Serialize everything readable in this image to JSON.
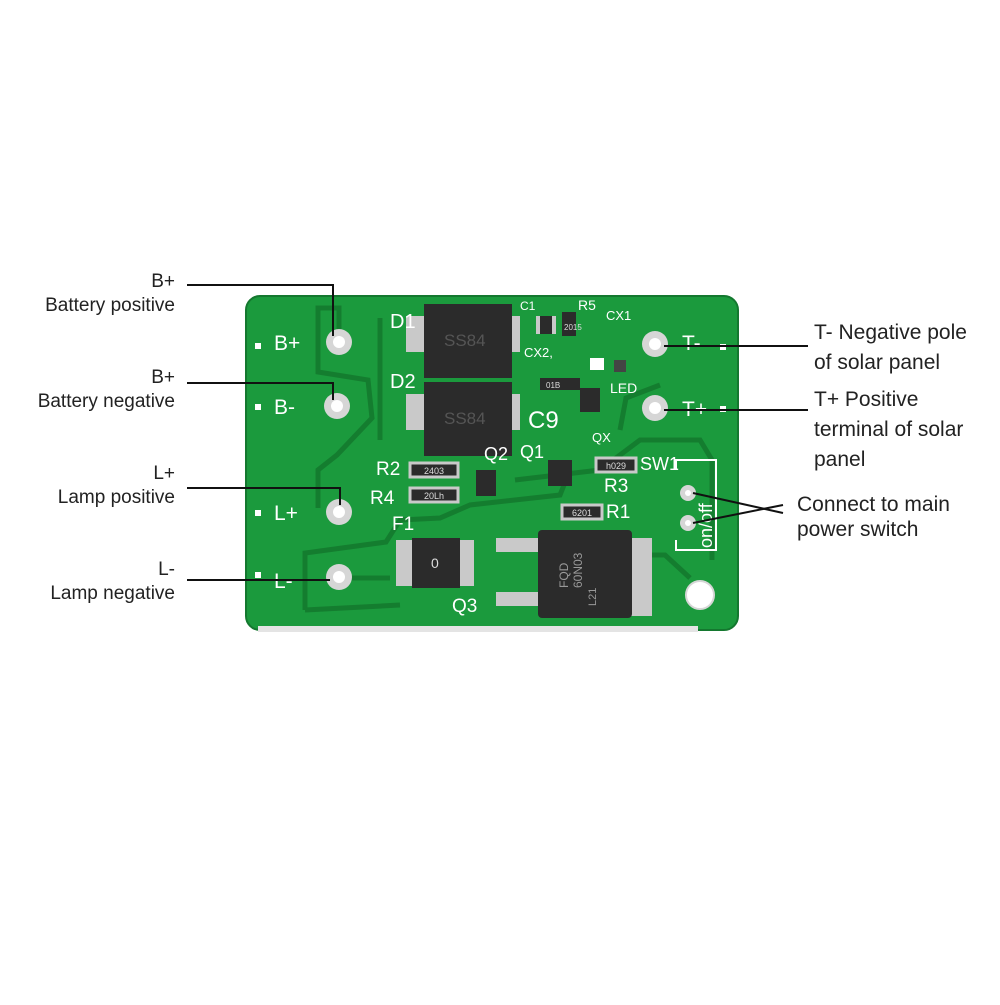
{
  "left_labels": [
    {
      "code": "B+",
      "desc": "Battery positive"
    },
    {
      "code": "B+",
      "desc": "Battery negative"
    },
    {
      "code": "L+",
      "desc": "Lamp positive"
    },
    {
      "code": "L-",
      "desc": "Lamp negative"
    }
  ],
  "right_labels": {
    "t_minus": [
      "T- Negative pole",
      "of solar panel"
    ],
    "t_plus": [
      "T+ Positive",
      "terminal of solar",
      "panel"
    ],
    "switch": [
      "Connect to main",
      "power switch"
    ]
  },
  "board": {
    "pads": [
      "B+",
      "B-",
      "L+",
      "L-",
      "T-",
      "T+"
    ],
    "refs": {
      "d1": "D1",
      "d2": "D2",
      "c1": "C1",
      "r5": "R5",
      "cx1": "CX1",
      "cx2": "CX2,",
      "led": "LED",
      "qx": "QX",
      "q2": "Q2",
      "q1": "Q1",
      "r2": "R2",
      "r4": "R4",
      "r3": "R3",
      "r1": "R1",
      "sw1": "SW1",
      "f1": "F1",
      "q3": "Q3",
      "on_off": "on/off",
      "c9": "C9"
    },
    "markings": {
      "ss84_a": "SS84",
      "ss84_b": "SS84",
      "fuse": "0",
      "mosfet_brand": "FQD",
      "mosfet_part": "60N03",
      "mosfet_code": "L21",
      "r2_code": "2403",
      "r4_code": "20Lh",
      "r3_code": "h029",
      "r1_code": "6201",
      "r5_code": "2015",
      "led_code": "01B"
    },
    "colors": {
      "pcb": "#1b9a3d",
      "trace": "#147d2f",
      "silk": "#ffffff",
      "component": "#2b2b2b",
      "metal": "#c9c9c9"
    }
  }
}
